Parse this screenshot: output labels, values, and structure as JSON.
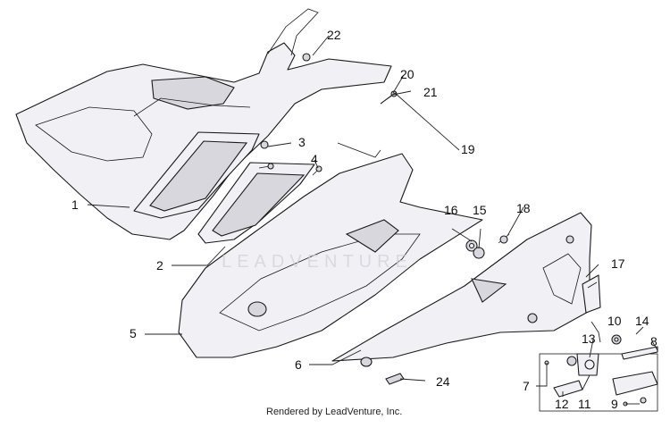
{
  "diagram": {
    "watermark": "LEADVENTURE",
    "render_credit": "Rendered by LeadVenture, Inc.",
    "callouts": [
      {
        "id": "c1",
        "label": "1"
      },
      {
        "id": "c2",
        "label": "2"
      },
      {
        "id": "c3",
        "label": "3"
      },
      {
        "id": "c4",
        "label": "4"
      },
      {
        "id": "c5",
        "label": "5"
      },
      {
        "id": "c6",
        "label": "6"
      },
      {
        "id": "c7",
        "label": "7"
      },
      {
        "id": "c8",
        "label": "8"
      },
      {
        "id": "c9",
        "label": "9"
      },
      {
        "id": "c10",
        "label": "10"
      },
      {
        "id": "c11",
        "label": "11"
      },
      {
        "id": "c12",
        "label": "12"
      },
      {
        "id": "c13",
        "label": "13"
      },
      {
        "id": "c14",
        "label": "14"
      },
      {
        "id": "c15",
        "label": "15"
      },
      {
        "id": "c16",
        "label": "16"
      },
      {
        "id": "c17",
        "label": "17"
      },
      {
        "id": "c18",
        "label": "18"
      },
      {
        "id": "c19",
        "label": "19"
      },
      {
        "id": "c20",
        "label": "20"
      },
      {
        "id": "c21",
        "label": "21"
      },
      {
        "id": "c22",
        "label": "22"
      },
      {
        "id": "c23",
        "label": "24"
      }
    ]
  }
}
